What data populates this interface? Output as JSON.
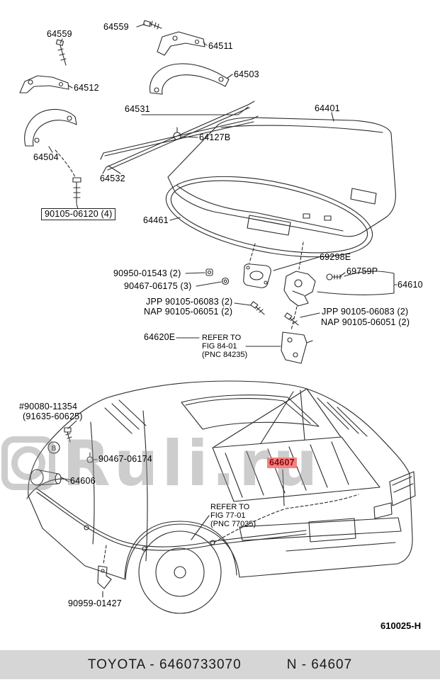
{
  "watermark": {
    "text": "Ruli.ru"
  },
  "diagram_code": "610025-H",
  "connector": {
    "b": "B"
  },
  "footer": {
    "left": "TOYOTA - 6460733070",
    "right": "N - 64607"
  },
  "labels": [
    {
      "text": "64559"
    },
    {
      "text": "64559"
    },
    {
      "text": "64511"
    },
    {
      "text": "64512"
    },
    {
      "text": "64503"
    },
    {
      "text": "64531"
    },
    {
      "text": "64401"
    },
    {
      "text": "64504"
    },
    {
      "text": "64127B"
    },
    {
      "text": "64532"
    },
    {
      "text": "90105-06120 (4)"
    },
    {
      "text": "64461"
    },
    {
      "text": "69298E"
    },
    {
      "text": "90950-01543 (2)"
    },
    {
      "text": "69759P"
    },
    {
      "text": "90467-06175 (3)"
    },
    {
      "text": "64610"
    },
    {
      "text": "JPP 90105-06083 (2)"
    },
    {
      "text": "NAP 90105-06051 (2)"
    },
    {
      "text": "JPP 90105-06083 (2)"
    },
    {
      "text": "NAP 90105-06051 (2)"
    },
    {
      "text": "64620E"
    },
    {
      "text": "#90080-11354"
    },
    {
      "text": "(91635-60625)"
    },
    {
      "text": "90467-06174"
    },
    {
      "text": "64606"
    },
    {
      "text": "64607",
      "highlighted": true
    },
    {
      "text": "90959-01427"
    }
  ],
  "refer_blocks": [
    {
      "line1": "REFER TO",
      "line2": "FIG 84-01",
      "line3": "(PNC 84235)"
    },
    {
      "line1": "REFER TO",
      "line2": "FIG 77-01",
      "line3": "(PNC 77035)"
    }
  ]
}
